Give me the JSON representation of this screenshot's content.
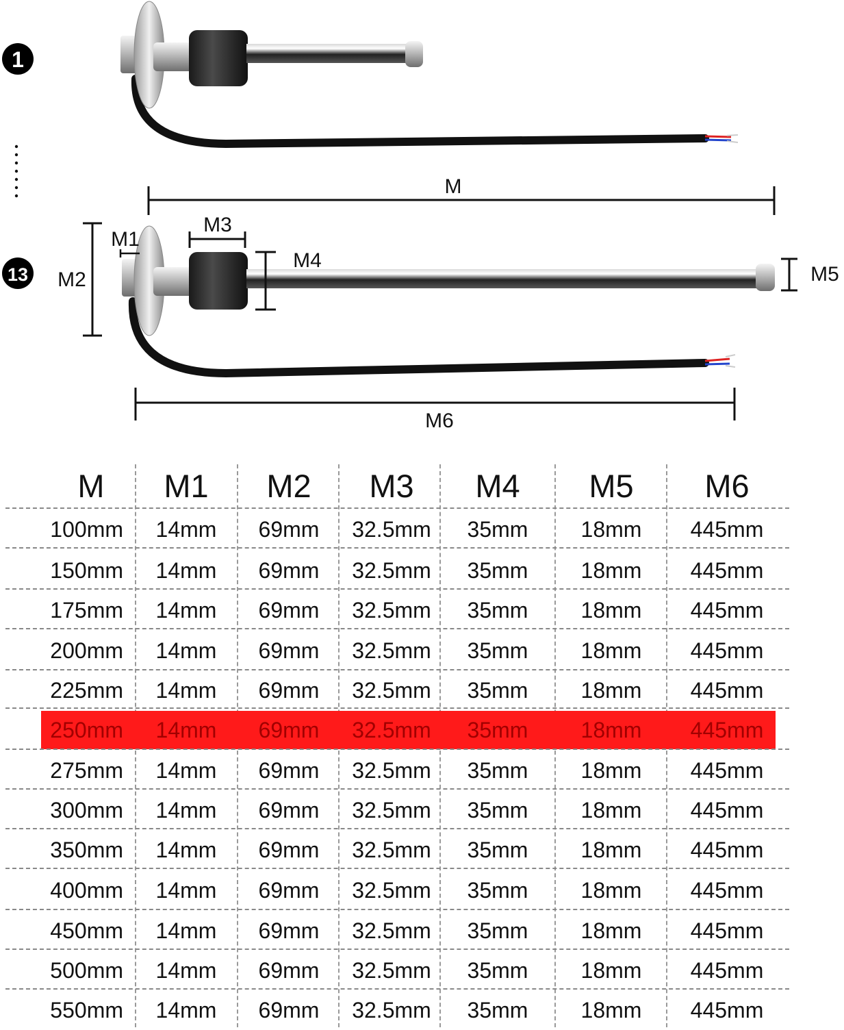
{
  "badges": {
    "first": "1",
    "last": "13"
  },
  "labels": {
    "m": "M",
    "m1": "M1",
    "m2": "M2",
    "m3": "M3",
    "m4": "M4",
    "m5": "M5",
    "m6": "M6"
  },
  "table": {
    "columns": [
      "M",
      "M1",
      "M2",
      "M3",
      "M4",
      "M5",
      "M6"
    ],
    "highlight_row": 5,
    "highlight_color": "#ff1a1a",
    "rows": [
      [
        "100mm",
        "14mm",
        "69mm",
        "32.5mm",
        "35mm",
        "18mm",
        "445mm"
      ],
      [
        "150mm",
        "14mm",
        "69mm",
        "32.5mm",
        "35mm",
        "18mm",
        "445mm"
      ],
      [
        "175mm",
        "14mm",
        "69mm",
        "32.5mm",
        "35mm",
        "18mm",
        "445mm"
      ],
      [
        "200mm",
        "14mm",
        "69mm",
        "32.5mm",
        "35mm",
        "18mm",
        "445mm"
      ],
      [
        "225mm",
        "14mm",
        "69mm",
        "32.5mm",
        "35mm",
        "18mm",
        "445mm"
      ],
      [
        "250mm",
        "14mm",
        "69mm",
        "32.5mm",
        "35mm",
        "18mm",
        "445mm"
      ],
      [
        "275mm",
        "14mm",
        "69mm",
        "32.5mm",
        "35mm",
        "18mm",
        "445mm"
      ],
      [
        "300mm",
        "14mm",
        "69mm",
        "32.5mm",
        "35mm",
        "18mm",
        "445mm"
      ],
      [
        "350mm",
        "14mm",
        "69mm",
        "32.5mm",
        "35mm",
        "18mm",
        "445mm"
      ],
      [
        "400mm",
        "14mm",
        "69mm",
        "32.5mm",
        "35mm",
        "18mm",
        "445mm"
      ],
      [
        "450mm",
        "14mm",
        "69mm",
        "32.5mm",
        "35mm",
        "18mm",
        "445mm"
      ],
      [
        "500mm",
        "14mm",
        "69mm",
        "32.5mm",
        "35mm",
        "18mm",
        "445mm"
      ],
      [
        "550mm",
        "14mm",
        "69mm",
        "32.5mm",
        "35mm",
        "18mm",
        "445mm"
      ]
    ]
  }
}
